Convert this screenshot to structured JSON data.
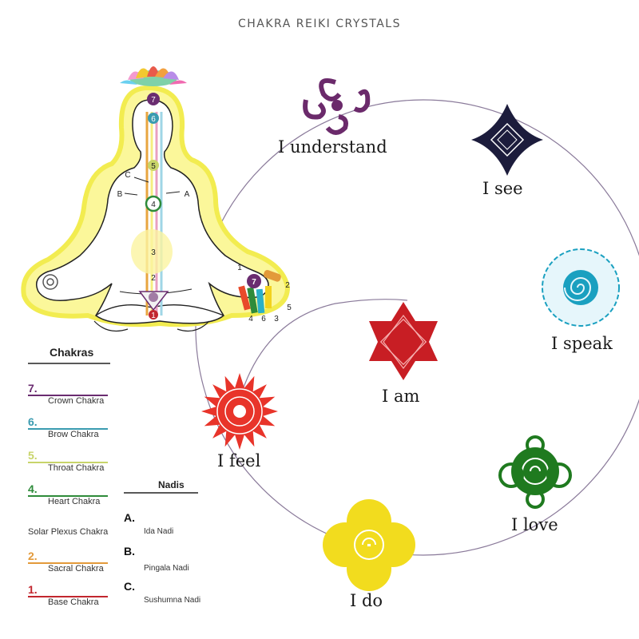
{
  "title": "CHAKRA REIKI CRYSTALS",
  "affirmations": {
    "understand": "I understand",
    "see": "I see",
    "speak": "I speak",
    "am": "I am",
    "feel": "I feel",
    "love": "I love",
    "do": "I do"
  },
  "figure_labels": {
    "nadi_a": "A",
    "nadi_b": "B",
    "nadi_c": "C",
    "spine": [
      "7",
      "6",
      "5",
      "4",
      "3",
      "2",
      "1"
    ],
    "hand_numbers": [
      "1",
      "2",
      "3",
      "4",
      "5",
      "6",
      "7"
    ]
  },
  "chakras_legend": {
    "heading": "Chakras",
    "items": [
      {
        "num": "7.",
        "name": "Crown Chakra",
        "color": "#6a2c70"
      },
      {
        "num": "6.",
        "name": "Brow Chakra",
        "color": "#3a9bb0"
      },
      {
        "num": "5.",
        "name": "Throat Chakra",
        "color": "#c8d46a"
      },
      {
        "num": "4.",
        "name": "Heart Chakra",
        "color": "#2e8b3a"
      },
      {
        "num": "",
        "name": "Solar Plexus Chakra",
        "color": "#f2e24a"
      },
      {
        "num": "2.",
        "name": "Sacral Chakra",
        "color": "#e39a3a"
      },
      {
        "num": "1.",
        "name": "Base Chakra",
        "color": "#c2262e"
      }
    ]
  },
  "nadis_legend": {
    "heading": "Nadis",
    "items": [
      {
        "letter": "A.",
        "name": "Ida Nadi"
      },
      {
        "letter": "B.",
        "name": "Pingala Nadi"
      },
      {
        "letter": "C.",
        "name": "Sushumna Nadi"
      }
    ]
  },
  "colors": {
    "crown": "#6b2a6b",
    "brow": "#1c1c3c",
    "throat": "#1aa0c0",
    "solar": "#c81e24",
    "sacral": "#e8342a",
    "heart": "#1f7a1f",
    "root": "#f2dc1e",
    "circle_line": "#8a7a9a",
    "aura": "#f7f26a"
  }
}
